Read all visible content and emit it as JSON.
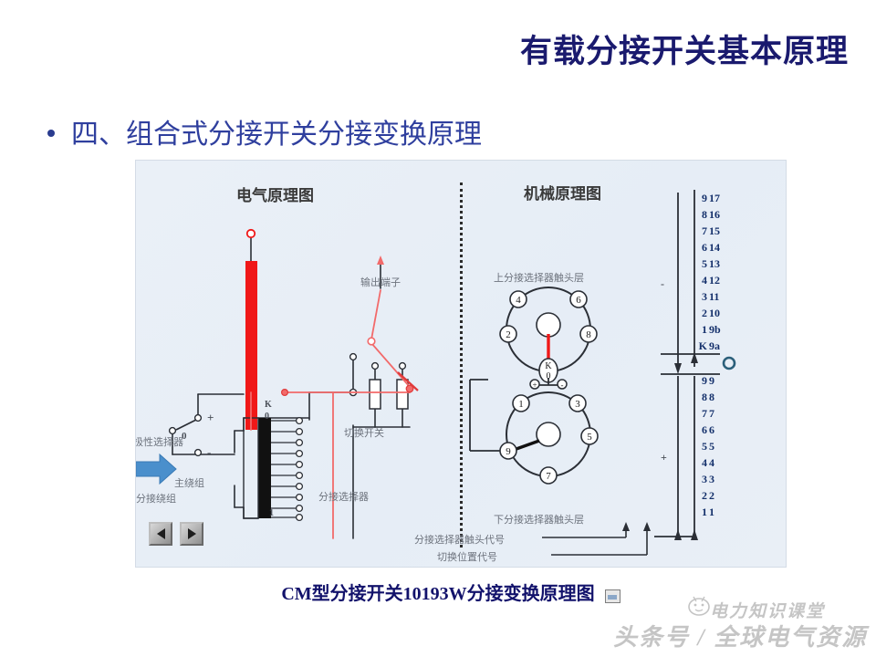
{
  "slide": {
    "title": "有载分接开关基本原理",
    "bullet": "四、组合式分接开关分接变换原理",
    "caption": "CM型分接开关10193W分接变换原理图"
  },
  "panel": {
    "left_title": "电气原理图",
    "right_title": "机械原理图",
    "electrical_labels": {
      "main_winding": "主绕组",
      "output_terminal": "输出端子",
      "polarity_selector": "极性选择器",
      "tap_winding": "分接绕组",
      "diverter_switch": "切换开关",
      "tap_selector": "分接选择器",
      "k_mark": "K",
      "zero_mark": "0",
      "plus_mark": "+",
      "minus_mark": "-",
      "ladder_top": "0",
      "ladder_bottom": "1"
    },
    "mechanical_labels": {
      "upper_layer": "上分接选择器触头层",
      "lower_layer": "下分接选择器触头层",
      "contact_code": "分接选择器触头代号",
      "position_code": "切换位置代号",
      "minus": "-",
      "plus": "+"
    },
    "upper_circle_nodes": [
      "4",
      "6",
      "2",
      "8",
      "K",
      "0"
    ],
    "lower_circle_nodes": [
      "1",
      "3",
      "9",
      "5",
      "7"
    ],
    "ladder_upper_left": [
      "9",
      "8",
      "7",
      "6",
      "5",
      "4",
      "3",
      "2",
      "1",
      "K"
    ],
    "ladder_upper_right": [
      "17",
      "16",
      "15",
      "14",
      "13",
      "12",
      "11",
      "10",
      "9b",
      "9a"
    ],
    "ladder_lower_left": [
      "9",
      "8",
      "7",
      "6",
      "5",
      "4",
      "3",
      "2",
      "1"
    ],
    "ladder_lower_right": [
      "9",
      "8",
      "7",
      "6",
      "5",
      "4",
      "3",
      "2",
      "1"
    ],
    "controls": {
      "prev": "◀",
      "next": "▶"
    }
  },
  "watermark": {
    "main": "头条号 / 全球电气资源",
    "sub": "电力知识课堂"
  },
  "colors": {
    "title": "#1a1a6e",
    "bullet": "#2f3f9e",
    "accent_red": "#ee2222",
    "panel_bg": "#e8eef6",
    "line_dark": "#2b2f36"
  }
}
